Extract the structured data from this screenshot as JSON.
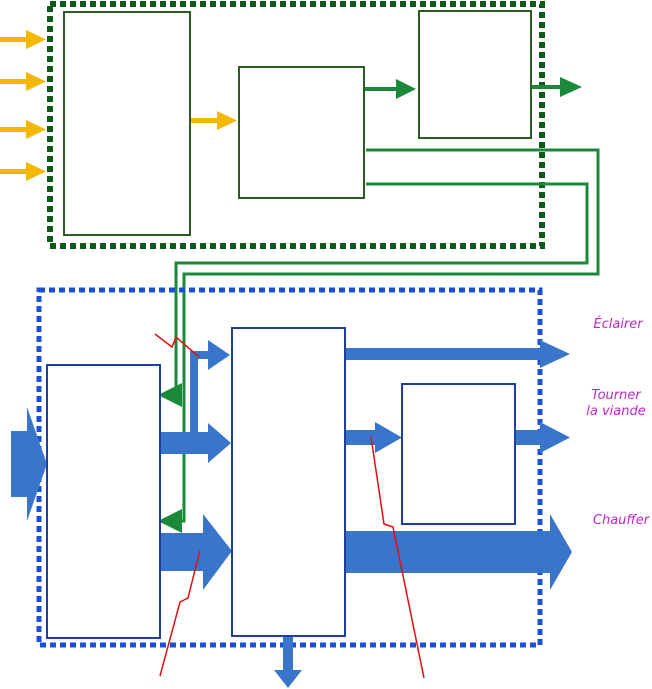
{
  "labels": {
    "eclairer": "Éclairer",
    "tourner": "Tourner",
    "tourner_line2": "la viande",
    "chauffer": "Chauffer"
  },
  "colors": {
    "green_dark": "#0f5a1a",
    "green_box": "#2e5a23",
    "green_arrow": "#1a8a3a",
    "orange": "#f5b800",
    "blue_dotted": "#1c4fd8",
    "blue_box": "#1e3fa0",
    "blue_arrow": "#3a75cc",
    "red": "#e01010",
    "label": "#c026c9"
  }
}
